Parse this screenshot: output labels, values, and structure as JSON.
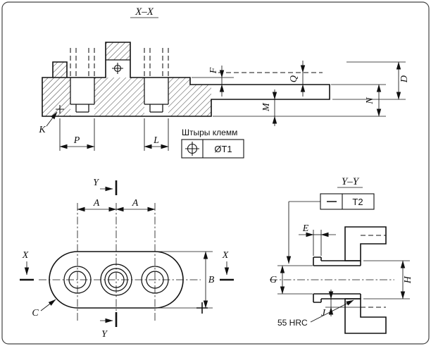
{
  "canvas": {
    "background": "#ffffff",
    "line_color": "#111111"
  },
  "section_xx": {
    "title": "X–X",
    "dim_f": "F",
    "dim_d": "D",
    "dim_q": "Q",
    "dim_n": "N",
    "dim_m": "M",
    "dim_k": "K",
    "dim_p": "P",
    "dim_l": "L",
    "callout_note": "Штыры клемм",
    "callout_symbol": "position-symbol",
    "callout_tolerance": "ØT1"
  },
  "plan_view": {
    "dim_a1": "A",
    "dim_a2": "A",
    "dim_b": "B",
    "dim_c": "C",
    "mark_x_left": "X",
    "mark_x_right": "X",
    "mark_y_top": "Y",
    "mark_y_bottom": "Y"
  },
  "section_yy": {
    "title": "Y–Y",
    "frame_symbol": "straightness",
    "frame_tolerance": "T2",
    "dim_e": "E",
    "dim_g": "G",
    "dim_h": "H",
    "dim_j": "J",
    "hardness_note": "55 HRC"
  }
}
